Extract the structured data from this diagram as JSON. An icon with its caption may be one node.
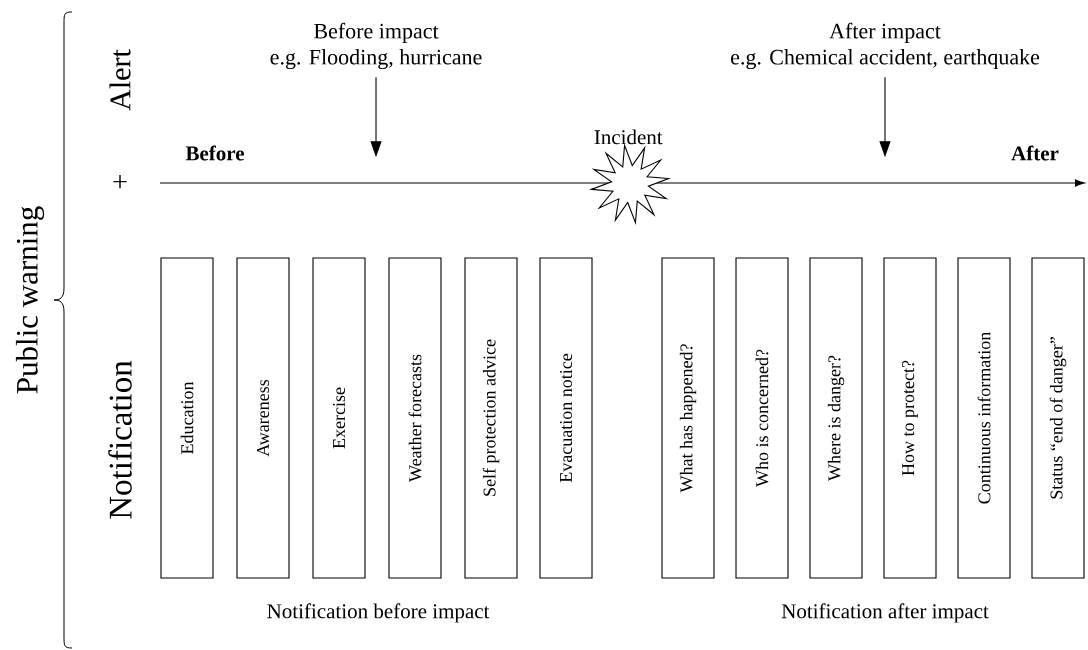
{
  "diagram": {
    "nodes": [
      {
        "text": [
          "Before impact",
          "e.g. Flooding, hurricane"
        ]
      },
      {
        "text": [
          "After impact",
          "e.g. Chemical accident, earthquake"
        ]
      },
      {
        "text": [],
        "shape": "star",
        "beside": [
          "Incident"
        ]
      },
      {
        "text": [
          "Education"
        ]
      },
      {
        "text": [
          "Awareness"
        ]
      },
      {
        "text": [
          "Exercise"
        ]
      },
      {
        "text": [
          "Weather forecasts"
        ]
      },
      {
        "text": [
          "Self protection advice"
        ]
      },
      {
        "text": [
          "Evacuation notice"
        ]
      },
      {
        "text": [
          "What has happened?"
        ]
      },
      {
        "text": [
          "Who is concerned?"
        ]
      },
      {
        "text": [
          "Where is danger?"
        ]
      },
      {
        "text": [
          "How to protect?"
        ]
      },
      {
        "text": [
          "Continuous information"
        ]
      },
      {
        "text": [
          "Status “end of danger”"
        ]
      }
    ],
    "edges": [
      {
        "from": 0,
        "to": null,
        "arrow": "to"
      },
      {
        "from": 1,
        "to": null,
        "arrow": "to"
      }
    ],
    "labels": [
      "Public warning",
      "Alert",
      "+",
      "Notification",
      "Before",
      "After",
      "Notification before impact",
      "Notification after impact"
    ]
  }
}
